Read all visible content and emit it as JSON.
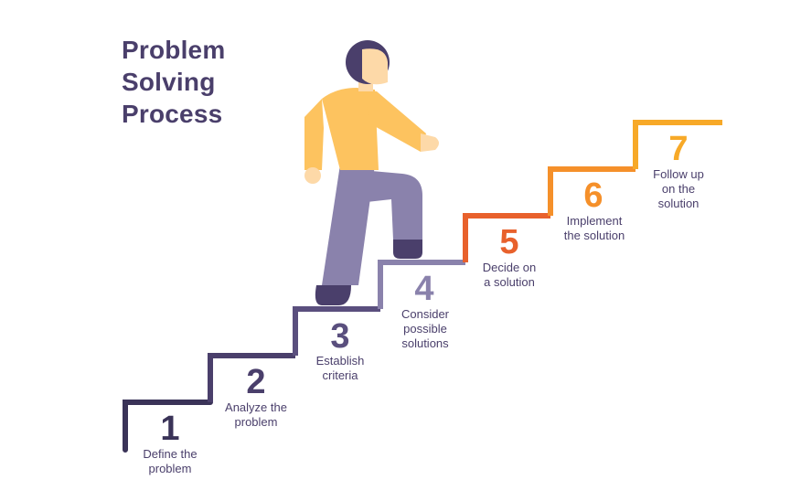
{
  "title_lines": [
    "Problem",
    "Solving",
    "Process"
  ],
  "steps": [
    {
      "number": "1",
      "label_lines": [
        "Define the",
        "problem"
      ],
      "color": "#3a3358"
    },
    {
      "number": "2",
      "label_lines": [
        "Analyze the",
        "problem"
      ],
      "color": "#4a3f6b"
    },
    {
      "number": "3",
      "label_lines": [
        "Establish",
        "criteria"
      ],
      "color": "#5a4f7e"
    },
    {
      "number": "4",
      "label_lines": [
        "Consider",
        "possible",
        "solutions"
      ],
      "color": "#8a82ac"
    },
    {
      "number": "5",
      "label_lines": [
        "Decide on",
        "a solution"
      ],
      "color": "#e8612c"
    },
    {
      "number": "6",
      "label_lines": [
        "Implement",
        "the solution"
      ],
      "color": "#f5902a"
    },
    {
      "number": "7",
      "label_lines": [
        "Follow up",
        "on the",
        "solution"
      ],
      "color": "#f7a928"
    }
  ],
  "colors": {
    "figure_shirt": "#fdc35f",
    "figure_skin": "#fdd9a8",
    "figure_hair": "#4a3f6b",
    "figure_pants": "#8a82ac",
    "figure_shoes": "#4a3f6b"
  }
}
